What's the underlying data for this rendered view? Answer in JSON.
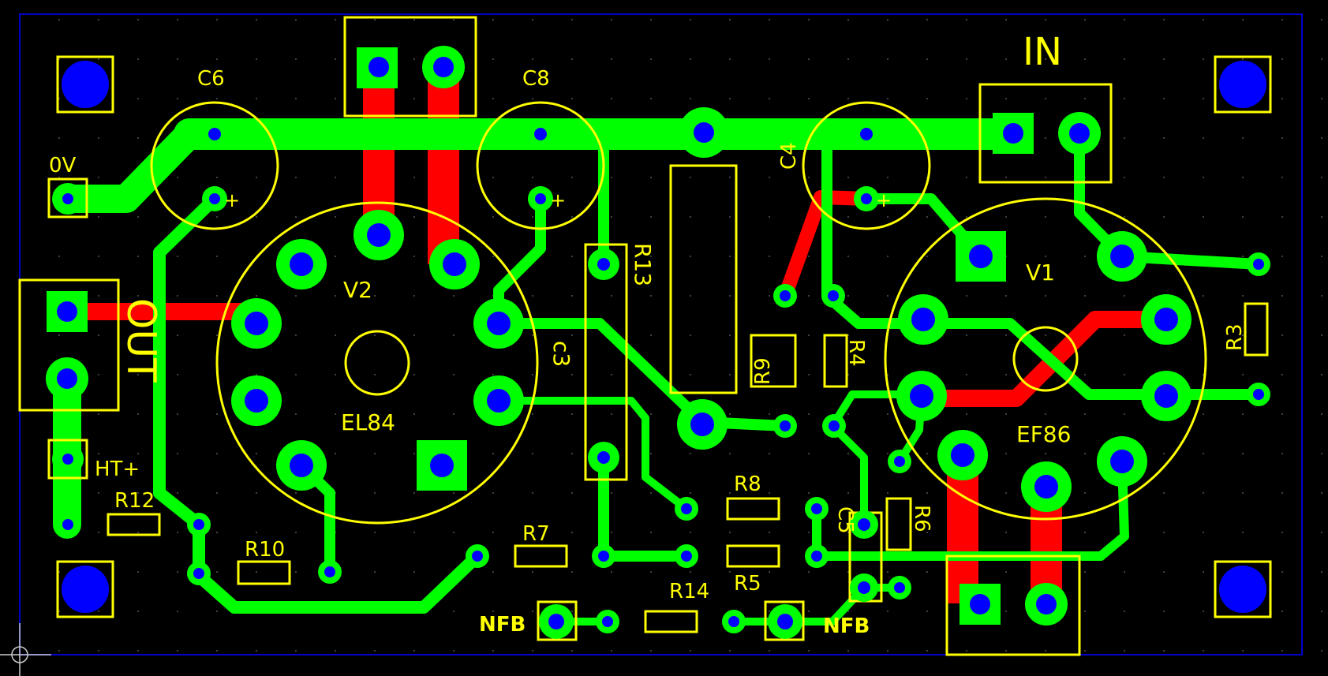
{
  "board": {
    "colors": {
      "background": "#000000",
      "top_copper": "#00ff00",
      "bottom_copper": "#ff0000",
      "silkscreen": "#ffff00",
      "drill_hole": "#0000ff",
      "board_outline": "#0000cc"
    },
    "labels": {
      "c6": "C6",
      "c8": "C8",
      "c4": "C4",
      "c3": "c3",
      "c5": "C5",
      "in": "IN",
      "ov": "0V",
      "out": "OUT",
      "ht_plus": "HT+",
      "v2": "V2",
      "el84": "EL84",
      "v1": "V1",
      "ef86": "EF86",
      "r13": "R13",
      "r9": "R9",
      "r4": "R4",
      "r3": "R3",
      "r6": "R6",
      "r8": "R8",
      "r5": "R5",
      "r7": "R7",
      "r14": "R14",
      "r12": "R12",
      "r10": "R10",
      "nfb_left": "NFB",
      "nfb_right": "NFB",
      "plus": "+"
    },
    "icons": {
      "origin_marker": "crosshair-icon"
    }
  }
}
